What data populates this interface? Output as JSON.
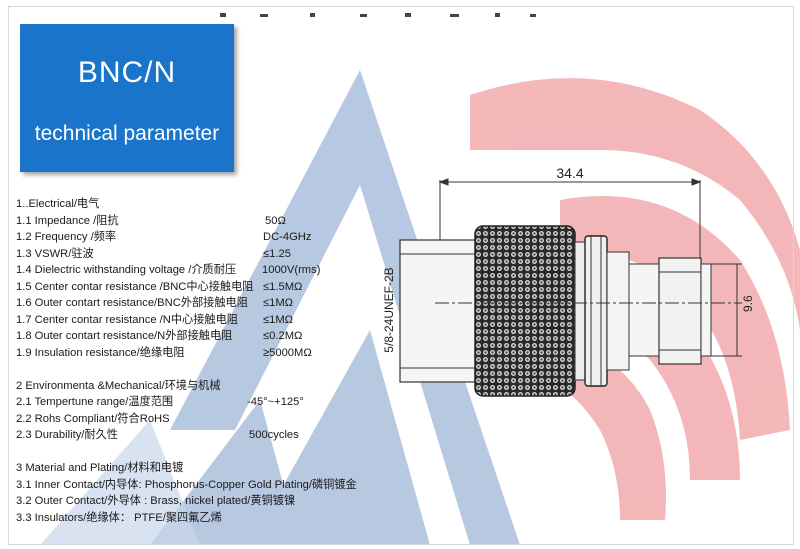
{
  "header": {
    "title": "BNC/N",
    "subtitle": "technical parameter"
  },
  "specs": {
    "electrical_heading": "1..Electrical/电气",
    "electrical": [
      {
        "label": "1.1 Impedance /阻抗",
        "value": "50Ω"
      },
      {
        "label": "1.2 Frequency /频率",
        "value": "DC-4GHz"
      },
      {
        "label": "1.3 VSWR/驻波",
        "value": "≤1.25"
      },
      {
        "label": "1.4 Dielectric withstanding voltage /介质耐压",
        "value": "1000V(rms)"
      },
      {
        "label": "1.5 Center contar resistance /BNC中心接触电阻",
        "value": "≤1.5MΩ"
      },
      {
        "label": "1.6 Outer contart resistance/BNC外部接触电阻",
        "value": "≤1MΩ"
      },
      {
        "label": "1.7 Center contar resistance /N中心接触电阻",
        "value": "≤1MΩ"
      },
      {
        "label": "1.8 Outer contart resistance/N外部接触电阻",
        "value": "≤0.2MΩ"
      },
      {
        "label": "1.9 Insulation  resistance/绝缘电阻",
        "value": "≥5000MΩ"
      }
    ],
    "env_heading": "2 Environmenta &Mechanical/环境与机械",
    "env": [
      {
        "label": "2.1 Tempertune range/温度范围",
        "value": "-45°~+125°"
      },
      {
        "label": "2.2 Rohs Compliant/符合RoHS",
        "value": ""
      },
      {
        "label": "2.3 Durability/耐久性",
        "value": "500cycles"
      }
    ],
    "material_heading": "3 Material and Plating/材料和电镀",
    "material": [
      "3.1 Inner Contact/内导体:  Phosphorus-Copper Gold Plating/磷铜镀金",
      "3.2 Outer Contact/外导体 : Brass, nickel plated/黄铜镀镍",
      "3.3 Insulators/绝缘体：  PTFE/聚四氟乙烯"
    ]
  },
  "drawing": {
    "length_dim": "34.4",
    "thread_dim": "5/8-24UNEF-2B",
    "diameter_dim": "9.6"
  }
}
